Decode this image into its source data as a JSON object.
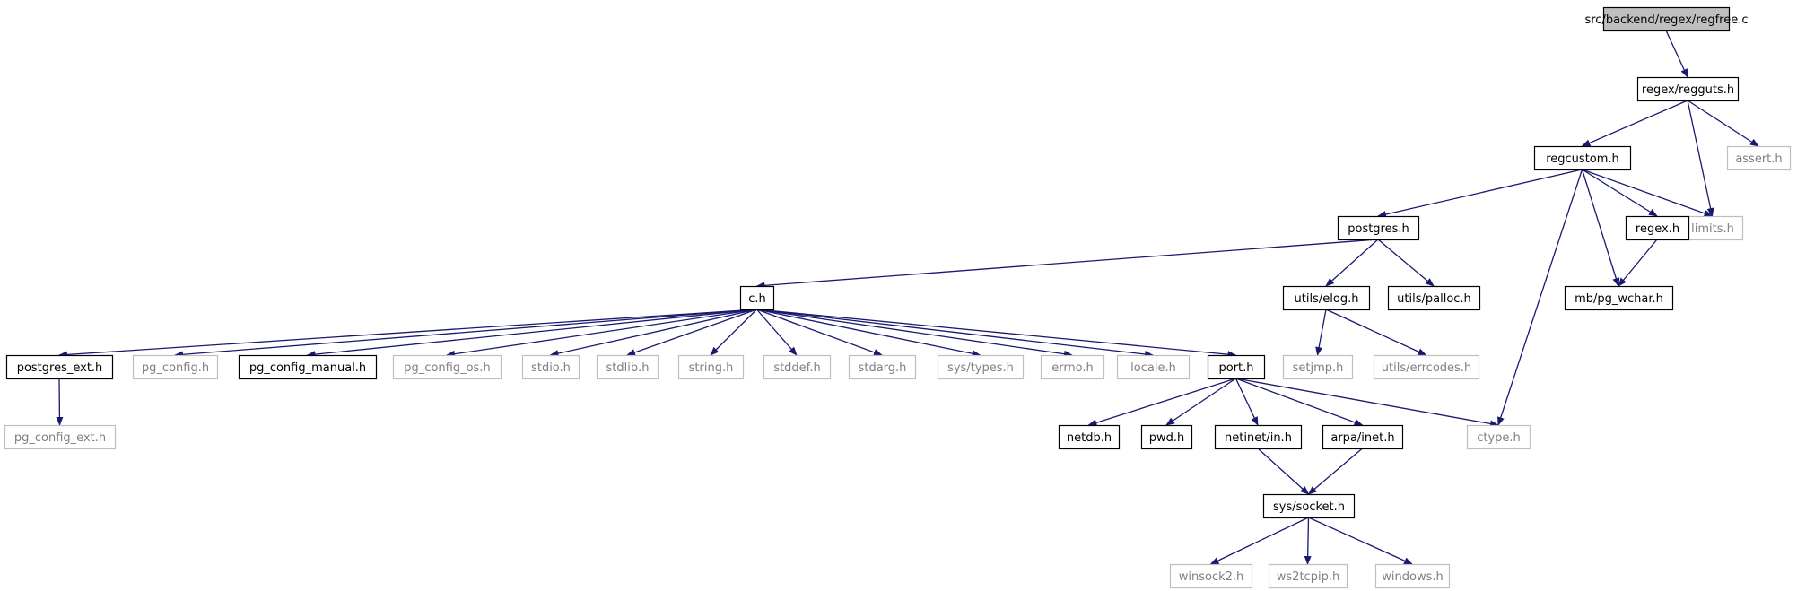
{
  "graph": {
    "nodes": [
      {
        "id": "regfree",
        "label": "src/backend/regex/regfree.c",
        "style": "root"
      },
      {
        "id": "regguts",
        "label": "regex/regguts.h",
        "style": "documented"
      },
      {
        "id": "regcustom",
        "label": "regcustom.h",
        "style": "documented"
      },
      {
        "id": "assert",
        "label": "assert.h",
        "style": "external"
      },
      {
        "id": "postgres",
        "label": "postgres.h",
        "style": "documented"
      },
      {
        "id": "limits",
        "label": "limits.h",
        "style": "external"
      },
      {
        "id": "regex",
        "label": "regex.h",
        "style": "documented"
      },
      {
        "id": "ch",
        "label": "c.h",
        "style": "documented"
      },
      {
        "id": "elog",
        "label": "utils/elog.h",
        "style": "documented"
      },
      {
        "id": "palloc",
        "label": "utils/palloc.h",
        "style": "documented"
      },
      {
        "id": "pgwchar",
        "label": "mb/pg_wchar.h",
        "style": "documented"
      },
      {
        "id": "postgres_ext",
        "label": "postgres_ext.h",
        "style": "documented"
      },
      {
        "id": "pg_config",
        "label": "pg_config.h",
        "style": "external"
      },
      {
        "id": "pg_config_manual",
        "label": "pg_config_manual.h",
        "style": "documented"
      },
      {
        "id": "pg_config_os",
        "label": "pg_config_os.h",
        "style": "external"
      },
      {
        "id": "stdio",
        "label": "stdio.h",
        "style": "external"
      },
      {
        "id": "stdlib",
        "label": "stdlib.h",
        "style": "external"
      },
      {
        "id": "string",
        "label": "string.h",
        "style": "external"
      },
      {
        "id": "stddef",
        "label": "stddef.h",
        "style": "external"
      },
      {
        "id": "stdarg",
        "label": "stdarg.h",
        "style": "external"
      },
      {
        "id": "systypes",
        "label": "sys/types.h",
        "style": "external"
      },
      {
        "id": "errno",
        "label": "errno.h",
        "style": "external"
      },
      {
        "id": "locale",
        "label": "locale.h",
        "style": "external"
      },
      {
        "id": "porth",
        "label": "port.h",
        "style": "documented"
      },
      {
        "id": "setjmp",
        "label": "setjmp.h",
        "style": "external"
      },
      {
        "id": "errcodes",
        "label": "utils/errcodes.h",
        "style": "external"
      },
      {
        "id": "pg_config_ext",
        "label": "pg_config_ext.h",
        "style": "external"
      },
      {
        "id": "netdb",
        "label": "netdb.h",
        "style": "documented"
      },
      {
        "id": "pwd",
        "label": "pwd.h",
        "style": "documented"
      },
      {
        "id": "netinet",
        "label": "netinet/in.h",
        "style": "documented"
      },
      {
        "id": "arpainet",
        "label": "arpa/inet.h",
        "style": "documented"
      },
      {
        "id": "ctype",
        "label": "ctype.h",
        "style": "external"
      },
      {
        "id": "syssocket",
        "label": "sys/socket.h",
        "style": "documented"
      },
      {
        "id": "winsock2",
        "label": "winsock2.h",
        "style": "external"
      },
      {
        "id": "ws2tcpip",
        "label": "ws2tcpip.h",
        "style": "external"
      },
      {
        "id": "windows",
        "label": "windows.h",
        "style": "external"
      }
    ],
    "edges": [
      [
        "regfree",
        "regguts"
      ],
      [
        "regguts",
        "regcustom"
      ],
      [
        "regguts",
        "assert"
      ],
      [
        "regguts",
        "limits"
      ],
      [
        "regcustom",
        "postgres"
      ],
      [
        "regcustom",
        "limits"
      ],
      [
        "regcustom",
        "regex"
      ],
      [
        "regcustom",
        "pgwchar"
      ],
      [
        "regcustom",
        "ctype"
      ],
      [
        "regex",
        "pgwchar"
      ],
      [
        "postgres",
        "ch"
      ],
      [
        "postgres",
        "elog"
      ],
      [
        "postgres",
        "palloc"
      ],
      [
        "elog",
        "setjmp"
      ],
      [
        "elog",
        "errcodes"
      ],
      [
        "ch",
        "postgres_ext"
      ],
      [
        "ch",
        "pg_config"
      ],
      [
        "ch",
        "pg_config_manual"
      ],
      [
        "ch",
        "pg_config_os"
      ],
      [
        "ch",
        "stdio"
      ],
      [
        "ch",
        "stdlib"
      ],
      [
        "ch",
        "string"
      ],
      [
        "ch",
        "stddef"
      ],
      [
        "ch",
        "stdarg"
      ],
      [
        "ch",
        "systypes"
      ],
      [
        "ch",
        "errno"
      ],
      [
        "ch",
        "locale"
      ],
      [
        "ch",
        "porth"
      ],
      [
        "postgres_ext",
        "pg_config_ext"
      ],
      [
        "porth",
        "netdb"
      ],
      [
        "porth",
        "pwd"
      ],
      [
        "porth",
        "netinet"
      ],
      [
        "porth",
        "arpainet"
      ],
      [
        "porth",
        "ctype"
      ],
      [
        "netinet",
        "syssocket"
      ],
      [
        "arpainet",
        "syssocket"
      ],
      [
        "syssocket",
        "winsock2"
      ],
      [
        "syssocket",
        "ws2tcpip"
      ],
      [
        "syssocket",
        "windows"
      ]
    ]
  },
  "colors": {
    "edge": "#191970",
    "documented_border": "#000000",
    "external_border": "#bfbfbf",
    "external_text": "#808080",
    "root_fill": "#bfbfbf",
    "text": "#000000"
  }
}
